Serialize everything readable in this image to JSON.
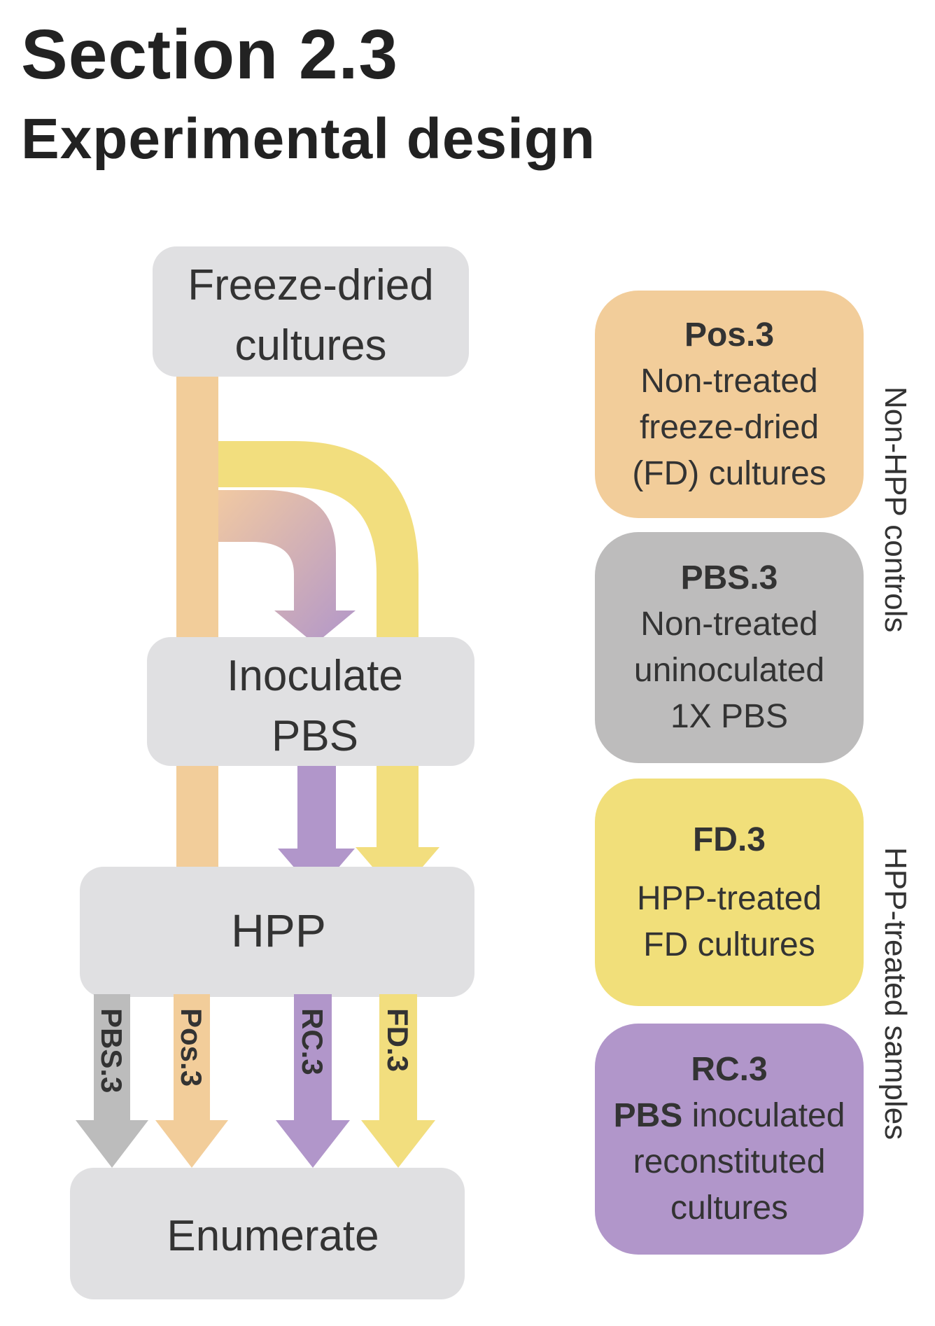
{
  "header": {
    "section": "Section 2.3",
    "subtitle": "Experimental design"
  },
  "flow": {
    "freeze_dried": [
      "Freeze-dried",
      "cultures"
    ],
    "inoculate": [
      "Inoculate",
      "PBS"
    ],
    "hpp": "HPP",
    "enumerate": "Enumerate",
    "arrow_labels": {
      "pbs": "PBS.3",
      "pos": "Pos.3",
      "rc": "RC.3",
      "fd": "FD.3"
    }
  },
  "legend": {
    "pos": {
      "title": "Pos.3",
      "lines": [
        "Non-treated",
        "freeze-dried",
        "(FD) cultures"
      ],
      "color": "#F2CD9A"
    },
    "pbs": {
      "title": "PBS.3",
      "lines": [
        "Non-treated",
        "uninoculated",
        "1X PBS"
      ],
      "color": "#BDBCBC"
    },
    "fd": {
      "title": "FD.3",
      "lines": [
        "HPP-treated",
        "FD cultures"
      ],
      "color": "#F1DF7A"
    },
    "rc": {
      "title": "RC.3",
      "bold_prefix": "PBS",
      "first_line_rest": " inoculated",
      "lines": [
        "reconstituted",
        "cultures"
      ],
      "color": "#B196CA"
    }
  },
  "side_labels": {
    "controls": "Non-HPP controls",
    "samples": "HPP-treated samples"
  },
  "colors": {
    "box": "#E0E0E2",
    "orange": "#F2CD9A",
    "yellow": "#F2DE7E",
    "purple": "#B196CA",
    "gray": "#BCBCBC",
    "text": "#333333"
  }
}
